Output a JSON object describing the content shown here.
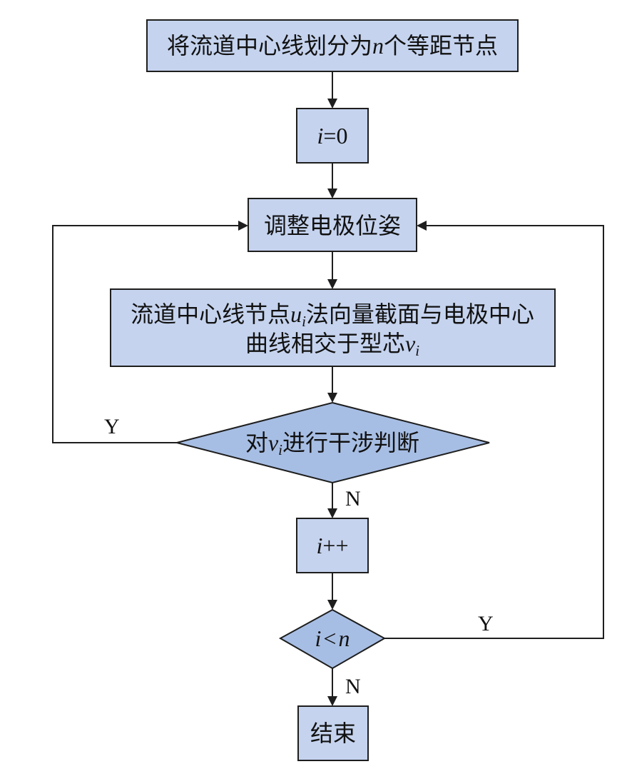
{
  "nodes": {
    "divide": {
      "text": "将流道中心线划分为",
      "var": "n",
      "tail": "个等距节点"
    },
    "init": {
      "var": "i",
      "op": "=0"
    },
    "adjust": {
      "text": "调整电极位姿"
    },
    "intersect": {
      "line1_pre": "流道中心线节点",
      "line1_var": "u",
      "line1_sub": "i",
      "line1_post": "法向量截面与电极中心",
      "line2_pre": "曲线相交于型芯",
      "line2_var": "v",
      "line2_sub": "i"
    },
    "check": {
      "pre": "对",
      "var": "v",
      "sub": "i",
      "post": "进行干涉判断"
    },
    "increment": {
      "var": "i",
      "op": "++"
    },
    "loop": {
      "var_a": "i",
      "op": "<",
      "var_b": "n"
    },
    "end": {
      "text": "结束"
    }
  },
  "edge_labels": {
    "check_yes": "Y",
    "check_no": "N",
    "loop_yes": "Y",
    "loop_no": "N"
  },
  "colors": {
    "box_fill": "#c5d3ee",
    "diamond_fill": "#a7bee4",
    "stroke": "#1e1e1e"
  }
}
